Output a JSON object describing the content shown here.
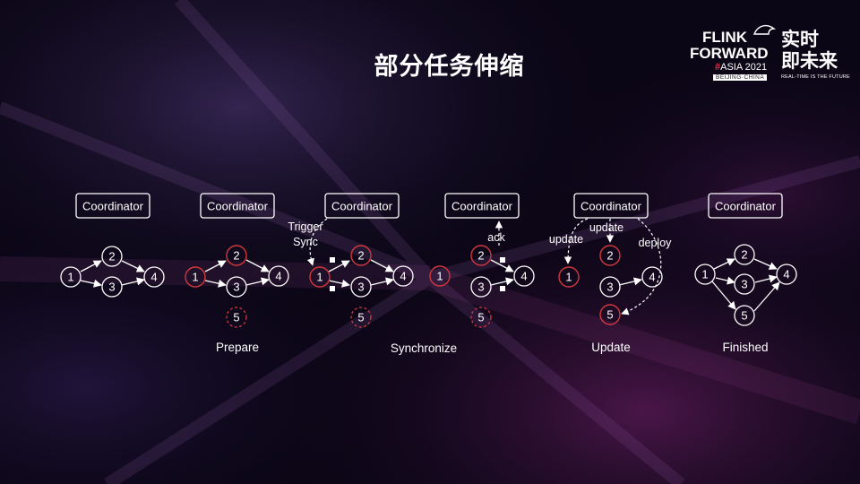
{
  "title": "部分任务伸缩",
  "logo": {
    "line1": "FLINK",
    "line2": "FORWARD",
    "hash": "#",
    "asia": "ASIA 2021",
    "city": "BEIJING·CHINA",
    "cn1": "实时",
    "cn2": "即未来",
    "tagline": "REAL-TIME IS THE FUTURE"
  },
  "coordinator_label": "Coordinator",
  "nodes": {
    "n1": "1",
    "n2": "2",
    "n3": "3",
    "n4": "4",
    "n5": "5"
  },
  "annotations": {
    "trigger": "Trigger",
    "sync": "Sync",
    "ack": "ack",
    "update_left": "update",
    "update_top": "update",
    "deploy": "deploy"
  },
  "captions": {
    "prepare": "Prepare",
    "synchronize": "Synchronize",
    "update": "Update",
    "finished": "Finished"
  },
  "colors": {
    "red_node": "#d0383c",
    "white_stroke": "#ffffff",
    "background": "#0b0616"
  }
}
